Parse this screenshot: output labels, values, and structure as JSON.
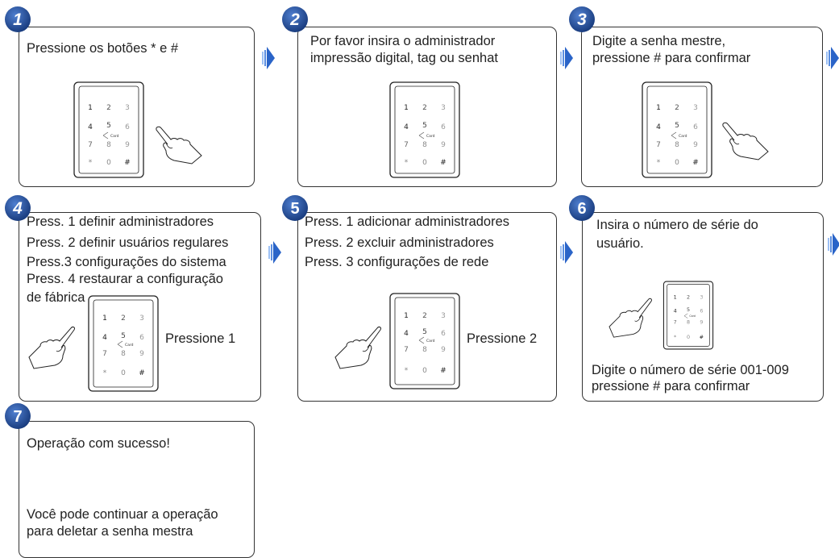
{
  "steps": [
    {
      "num": "1",
      "lines": [
        "Pressione os botões * e #"
      ]
    },
    {
      "num": "2",
      "lines": [
        "Por favor insira o administrador",
        "impressão digital, tag ou senhat"
      ]
    },
    {
      "num": "3",
      "lines": [
        "Digite a senha mestre,",
        "pressione # para confirmar"
      ]
    },
    {
      "num": "4",
      "lines": [
        "Press. 1  definir administradores",
        "Press. 2  definir usuários regulares",
        "Press.3  configurações do sistema",
        "Press. 4  restaurar a configuração",
        "de fábrica"
      ],
      "key_label": "Pressione 1"
    },
    {
      "num": "5",
      "lines": [
        "Press. 1  adicionar administradores",
        "Press. 2  excluir administradores",
        "Press. 3 configurações de rede"
      ],
      "key_label": "Pressione 2"
    },
    {
      "num": "6",
      "lines": [
        "Insira o número de série do",
        "usuário."
      ],
      "bottom_lines": [
        "Digite o número de série 001-009",
        "pressione # para confirmar"
      ]
    },
    {
      "num": "7",
      "lines": [
        "Operação com sucesso!"
      ],
      "bottom_lines": [
        "Você pode continuar a operação",
        "para deletar a senha mestra"
      ]
    }
  ],
  "keypad": {
    "keys": [
      "1",
      "2",
      "3",
      "4",
      "5",
      "6",
      "7",
      "8",
      "9",
      "*",
      "0",
      "#"
    ],
    "card_label": "Card"
  },
  "colors": {
    "badge_dark": "#1d3f86",
    "badge_light": "#3f6fc4",
    "arrow": "#2a64c8",
    "arrow_light": "#9cc0f5"
  }
}
